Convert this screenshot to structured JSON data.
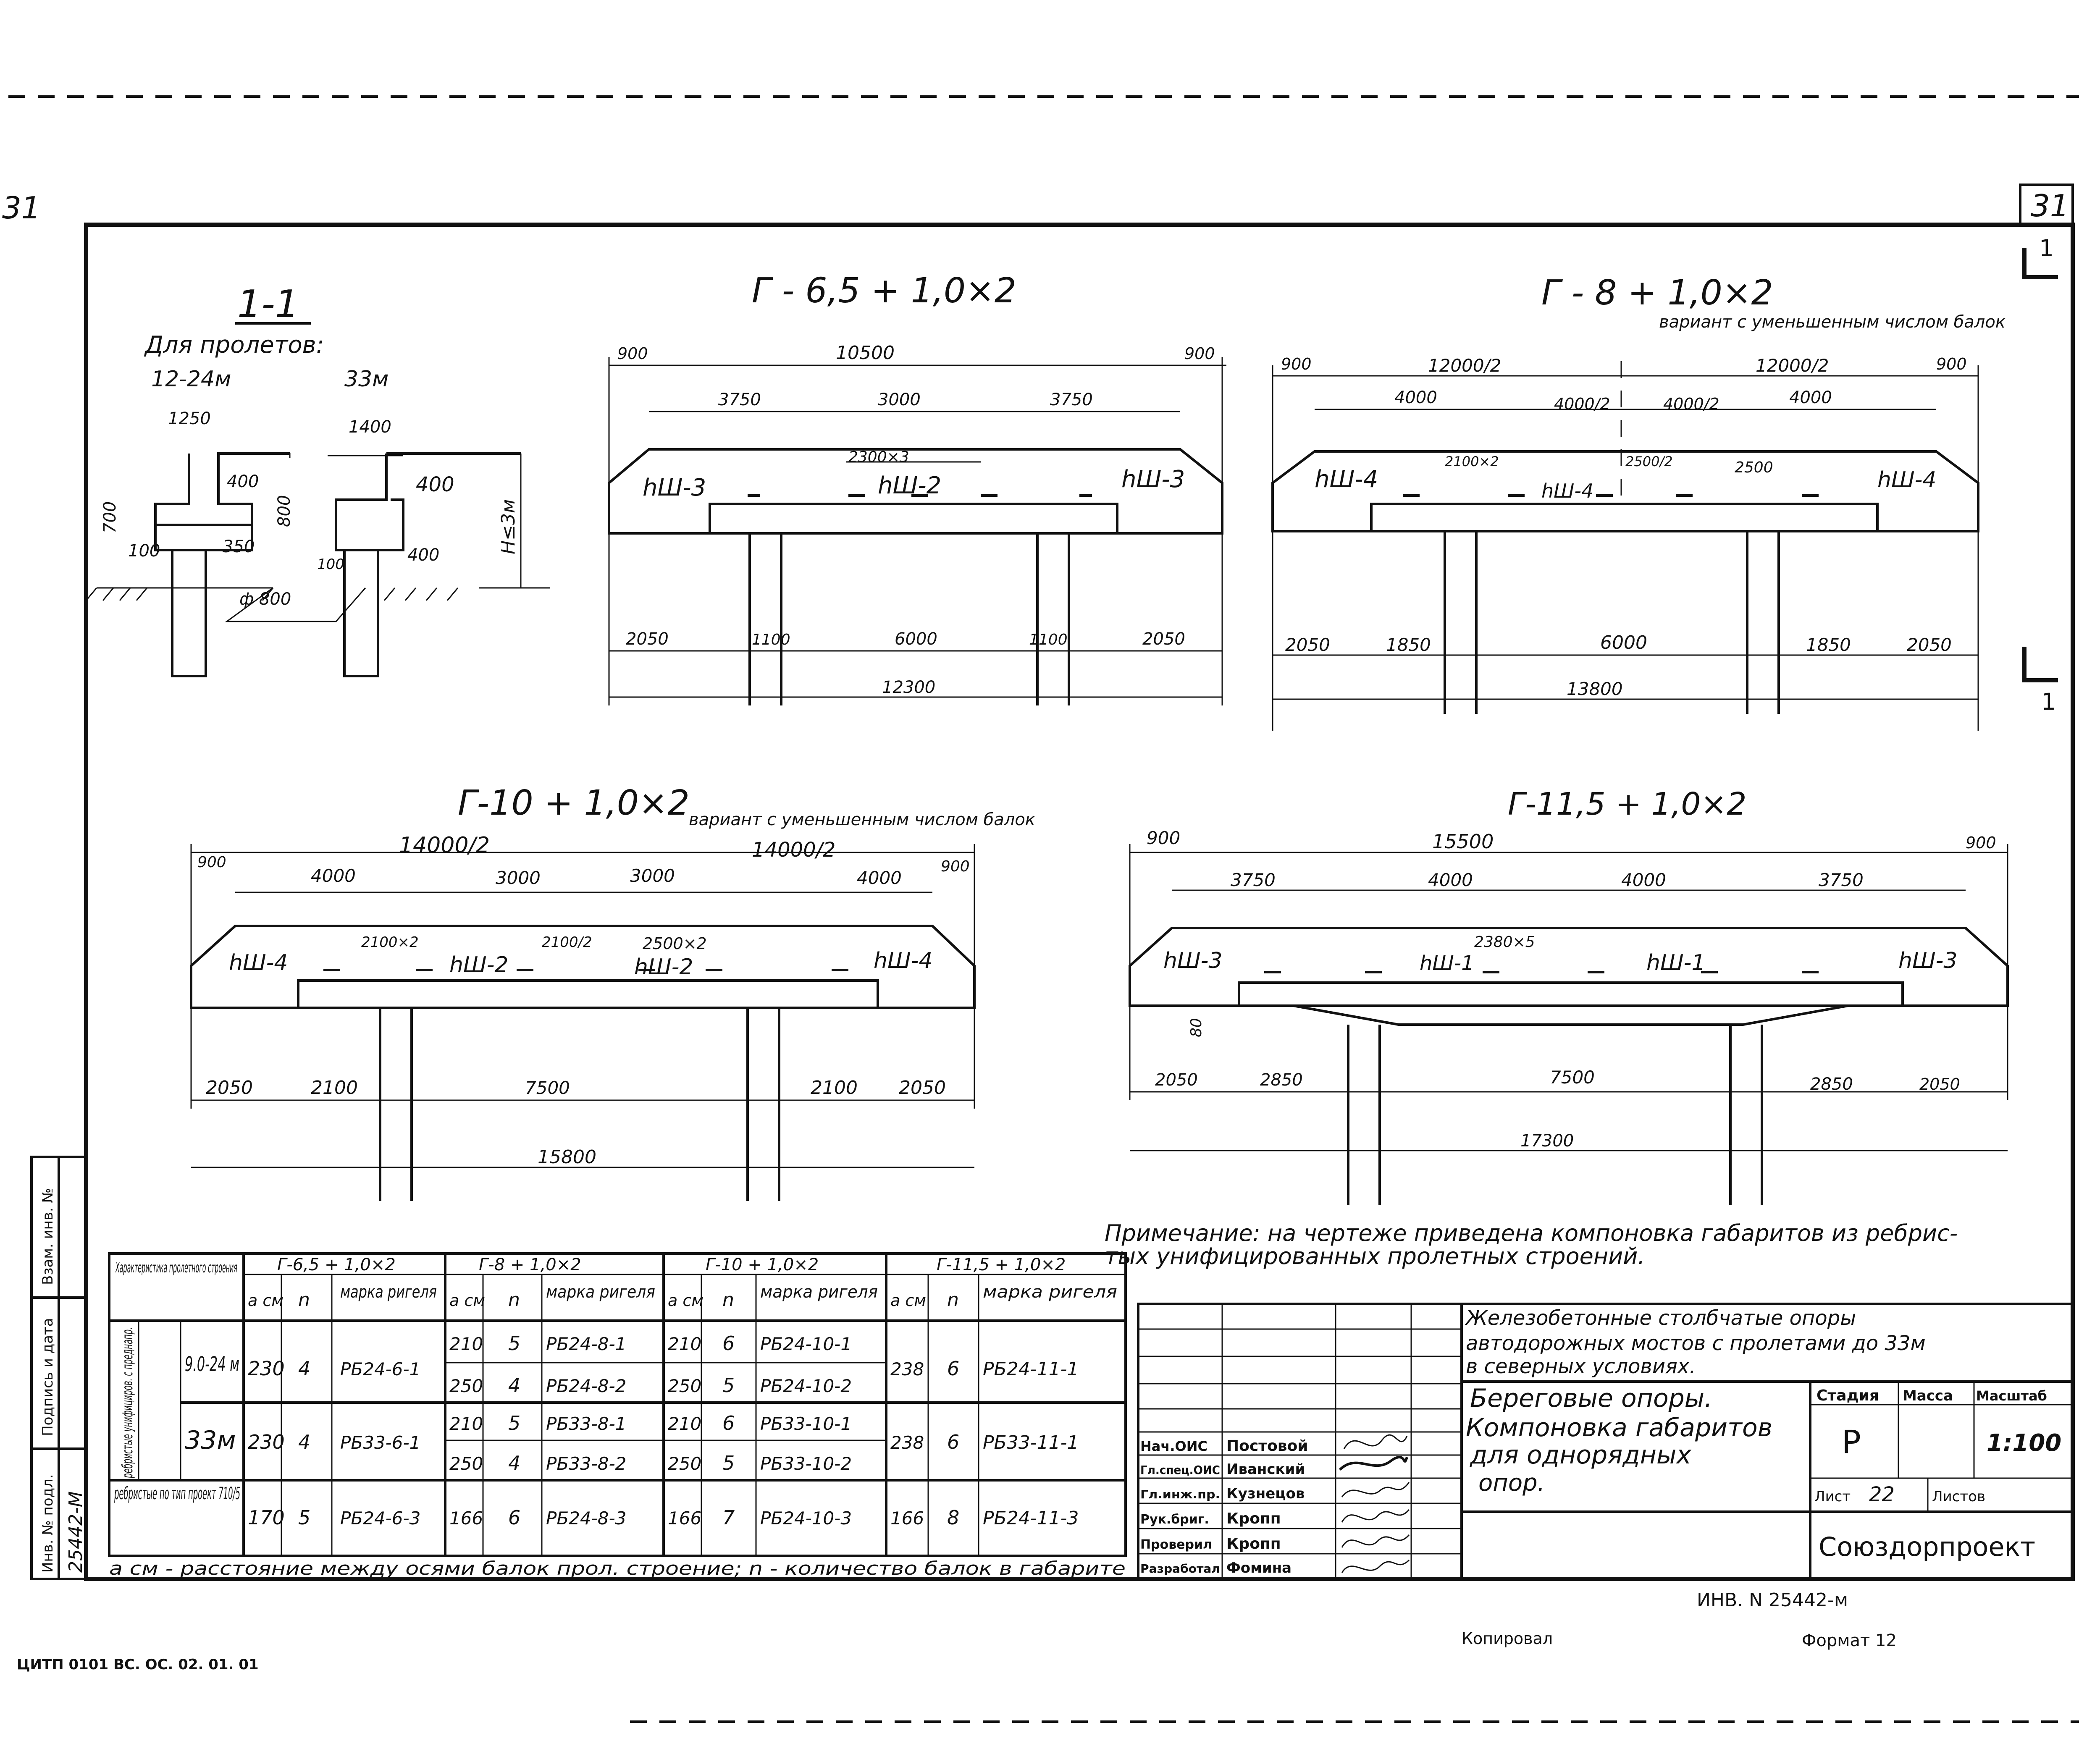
{
  "sheet": {
    "corner_number": "31",
    "sheet_number": "31",
    "section_marker": "1",
    "bottom_left_code": "ЦИТП 0101 ВС. ОС. 02. 01. 01",
    "copied_label": "Копировал",
    "format_label": "Формат 12",
    "inventory_note": "ИНВ. N 25442-м"
  },
  "section_1_1": {
    "title": "1-1",
    "subtitle": "Для пролетов:",
    "span_a": "12-24м",
    "span_b": "33м",
    "dims": [
      "1250",
      "400",
      "700",
      "100",
      "350",
      "ф 800",
      "1400",
      "400",
      "800",
      "100",
      "400",
      "H≤3м"
    ]
  },
  "g65": {
    "title": "Г - 6,5 + 1,0×2",
    "top_dims": [
      "900",
      "10500",
      "900"
    ],
    "mid_dims": [
      "3750",
      "3000",
      "3750"
    ],
    "beam_note": "2300×3",
    "labels": [
      "hШ-3",
      "hШ-2",
      "hШ-3"
    ],
    "bottom_dims": [
      "2050",
      "1100",
      "6000",
      "1100",
      "2050"
    ],
    "total": "12300"
  },
  "g8": {
    "title": "Г - 8 + 1,0×2",
    "note": "вариант с уменьшенным числом балок",
    "top_dims": [
      "900",
      "12000/2",
      "12000/2",
      "900"
    ],
    "mid_dims": [
      "4000",
      "4000/2",
      "4000/2",
      "4000"
    ],
    "beam_notes": [
      "2100×2",
      "2500/2",
      "2500"
    ],
    "labels": [
      "hШ-4",
      "hШ-4",
      "hШ-4"
    ],
    "bottom_dims": [
      "2050",
      "1850",
      "6000",
      "1850",
      "2050"
    ],
    "total": "13800"
  },
  "g10": {
    "title": "Г-10 + 1,0×2",
    "note": "вариант с уменьшенным числом балок",
    "top_dims": [
      "900",
      "14000/2",
      "14000/2",
      "900"
    ],
    "mid_dims": [
      "4000",
      "3000",
      "3000",
      "4000"
    ],
    "beam_notes": [
      "2100×2",
      "2100/2",
      "2500×2"
    ],
    "labels": [
      "hШ-4",
      "hШ-2",
      "hШ-2",
      "hШ-4"
    ],
    "bottom_dims": [
      "2050",
      "2100",
      "7500",
      "2100",
      "2050"
    ],
    "total": "15800"
  },
  "g115": {
    "title": "Г-11,5 + 1,0×2",
    "top_dims": [
      "900",
      "15500",
      "900"
    ],
    "mid_dims": [
      "3750",
      "4000",
      "4000",
      "3750"
    ],
    "beam_note": "2380×5",
    "labels": [
      "hШ-3",
      "hШ-1",
      "hШ-1",
      "hШ-3"
    ],
    "side_dim": "80",
    "bottom_dims": [
      "2050",
      "2850",
      "7500",
      "2850",
      "2050"
    ],
    "total": "17300"
  },
  "note": {
    "line1": "Примечание: на чертеже приведена компоновка габаритов из ребрис-",
    "line2": "тых унифицированных пролетных строений."
  },
  "table": {
    "header_char": "Характеристика пролетного строения",
    "groups": [
      "Г-6,5 + 1,0×2",
      "Г-8 + 1,0×2",
      "Г-10 + 1,0×2",
      "Г-11,5 + 1,0×2"
    ],
    "sub_a": "a см",
    "sub_n": "n",
    "sub_mark": "марка ригеля",
    "row_group_1": "ребристые унифициров. с преднапр.",
    "row_group_2": "ребристые по тип проект 710/5",
    "span_9_24": "9.0-24 м",
    "span_33": "33м",
    "rows": [
      {
        "a1": "230",
        "n1": "4",
        "m1": "РБ24-6-1",
        "a2": "210",
        "n2": "5",
        "m2": "РБ24-8-1",
        "a3": "210",
        "n3": "6",
        "m3": "РБ24-10-1",
        "a4": "238",
        "n4": "6",
        "m4": "РБ24-11-1"
      },
      {
        "a2": "250",
        "n2": "4",
        "m2": "РБ24-8-2",
        "a3": "250",
        "n3": "5",
        "m3": "РБ24-10-2"
      },
      {
        "a1": "230",
        "n1": "4",
        "m1": "РБ33-6-1",
        "a2": "210",
        "n2": "5",
        "m2": "РБ33-8-1",
        "a3": "210",
        "n3": "6",
        "m3": "РБ33-10-1",
        "a4": "238",
        "n4": "6",
        "m4": "РБ33-11-1"
      },
      {
        "a2": "250",
        "n2": "4",
        "m2": "РБ33-8-2",
        "a3": "250",
        "n3": "5",
        "m3": "РБ33-10-2"
      },
      {
        "a1": "170",
        "n1": "5",
        "m1": "РБ24-6-3",
        "a2": "166",
        "n2": "6",
        "m2": "РБ24-8-3",
        "a3": "166",
        "n3": "7",
        "m3": "РБ24-10-3",
        "a4": "166",
        "n4": "8",
        "m4": "РБ24-11-3"
      }
    ],
    "footnote": "a см - расстояние между осями балок прол. строение; n - количество балок в габарите"
  },
  "side_stamp": {
    "labels": [
      "Взам. инв. №",
      "Подпись и дата",
      "Инв. № подл."
    ],
    "inv_value": "25442-М"
  },
  "title_block": {
    "project_line1": "Железобетонные столбчатые опоры",
    "project_line2": "автодорожных мостов с пролетами до 33м",
    "project_line3": "в северных условиях.",
    "drawing_line1": "Береговые опоры.",
    "drawing_line2": "Компоновка габаритов",
    "drawing_line3": "для однорядных",
    "drawing_line4": "опор.",
    "stage_label": "Стадия",
    "mass_label": "Масса",
    "scale_label": "Масштаб",
    "stage_value": "Р",
    "scale_value": "1:100",
    "sheet_label": "Лист",
    "sheet_value": "22",
    "sheets_label": "Листов",
    "org": "Союздорпроект",
    "roles": [
      "Нач.ОИС",
      "Гл.спец.ОИС",
      "Гл.инж.пр.",
      "Рук.бриг.",
      "Проверил",
      "Разработал"
    ],
    "names": [
      "Постовой",
      "Иванский",
      "Кузнецов",
      "Кропп",
      "Кропп",
      "Фомина"
    ]
  }
}
